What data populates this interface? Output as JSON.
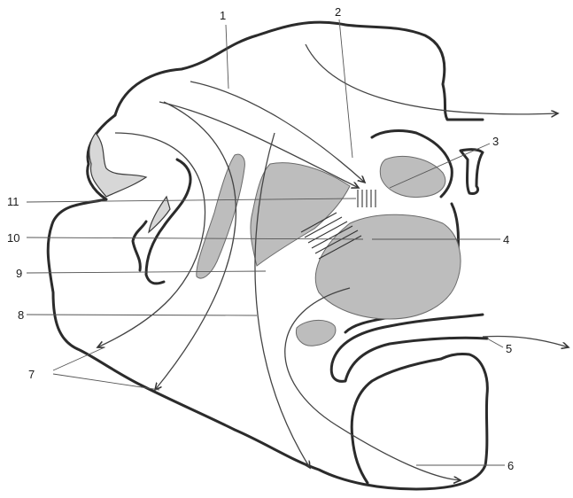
{
  "diagram": {
    "labels": [
      "1",
      "2",
      "3",
      "4",
      "5",
      "6",
      "7",
      "8",
      "9",
      "10",
      "11"
    ],
    "colors": {
      "outline": "#2b2b2b",
      "stipple": "#bdbdbd",
      "cortex_band": "#d7d7d7",
      "paper": "#ffffff"
    }
  }
}
